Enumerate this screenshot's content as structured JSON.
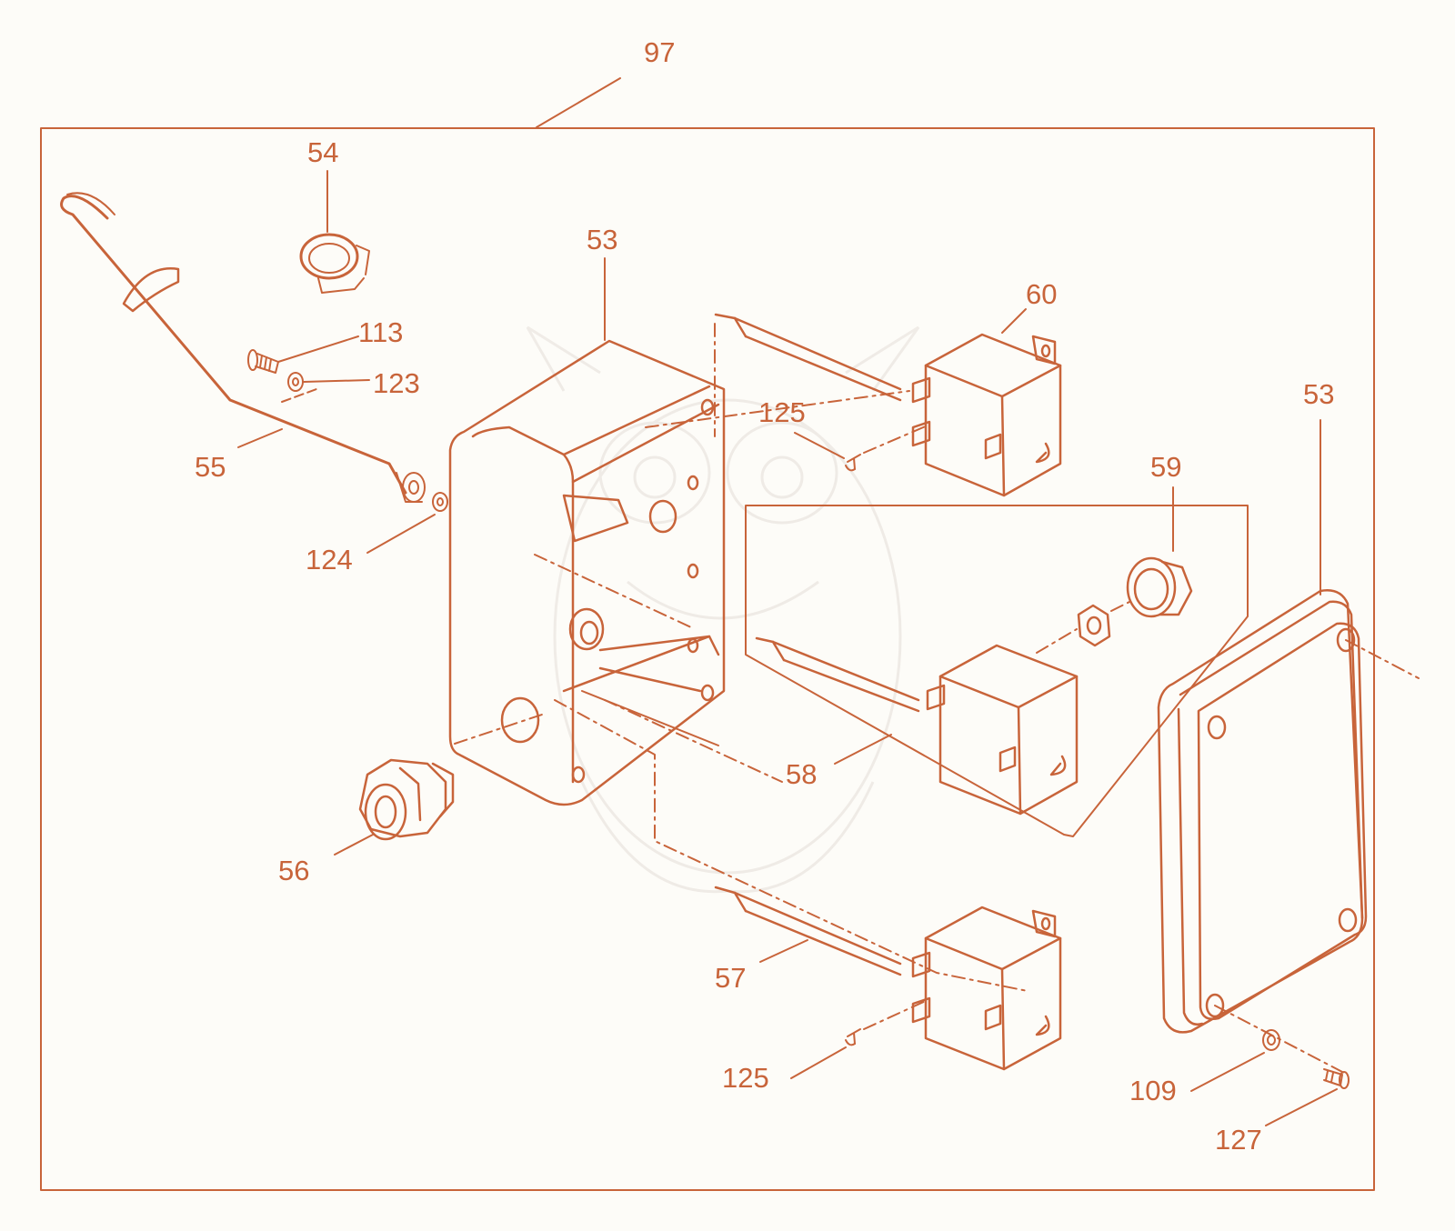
{
  "colors": {
    "ink": "#c8643a",
    "background": "#fdfcf8"
  },
  "labels": {
    "assembly": "97",
    "clamp": "54",
    "box": "53",
    "cover": "53",
    "rod": "55",
    "screw_113": "113",
    "washer_123": "123",
    "washer_124": "124",
    "gland": "56",
    "thermostat_60": "60",
    "thermostat_58": "58",
    "thermostat_57": "57",
    "knob_59": "59",
    "screw_125_top": "125",
    "screw_125_bottom": "125",
    "washer_109": "109",
    "screw_127": "127"
  },
  "icons": {
    "dragon_watermark": "dragon-watermark-icon"
  }
}
